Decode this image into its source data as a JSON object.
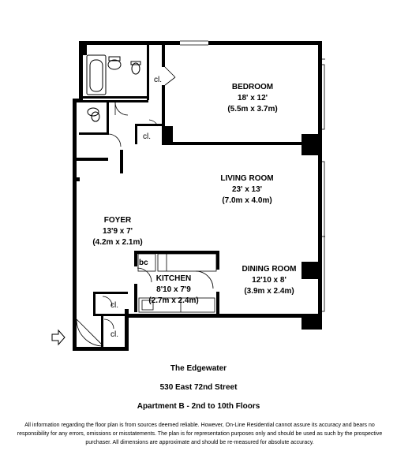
{
  "rooms": {
    "bedroom": {
      "name": "BEDROOM",
      "dim": "18' x 12'",
      "metric": "(5.5m x 3.7m)"
    },
    "living": {
      "name": "LIVING ROOM",
      "dim": "23' x 13'",
      "metric": "(7.0m x 4.0m)"
    },
    "foyer": {
      "name": "FOYER",
      "dim": "13'9 x 7'",
      "metric": "(4.2m x 2.1m)"
    },
    "kitchen": {
      "name": "KITCHEN",
      "dim": "8'10 x 7'9",
      "metric": "(2.7m x 2.4m)"
    },
    "dining": {
      "name": "DINING ROOM",
      "dim": "12'10 x 8'",
      "metric": "(3.9m x 2.4m)"
    }
  },
  "closet_label": "cl.",
  "bc_label": "bc",
  "building": {
    "name": "The Edgewater",
    "address": "530 East 72nd Street",
    "unit": "Apartment B - 2nd to 10th Floors"
  },
  "disclaimer": "All information regarding the floor plan is from sources deemed reliable.  However, On-Line Residential cannot assure its accuracy and bears no responsibility for any errors, omissions or misstatements.  The plan is for representation purposes only and should be used as such by the prospective purchaser.  All dimensions are approximate and should be re-measured for absolute accuracy."
}
